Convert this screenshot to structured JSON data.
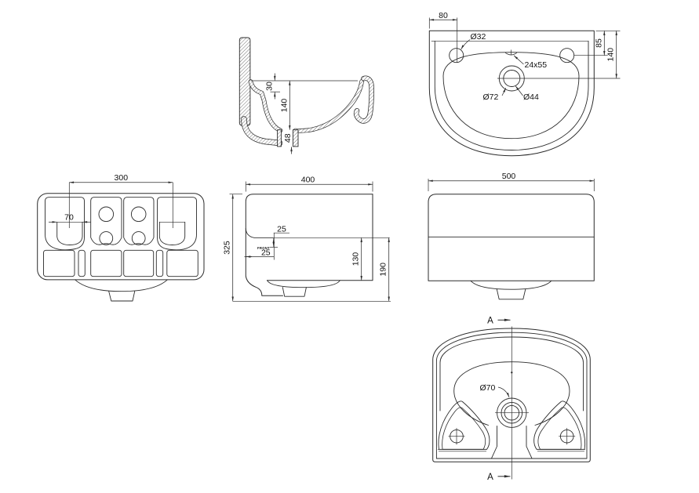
{
  "canvas": {
    "background": "#ffffff",
    "line_color": "#2b2b2b",
    "text_color": "#111111"
  },
  "views": {
    "rear": {
      "dims": {
        "mount_spacing": "300",
        "slot_width": "70"
      }
    },
    "section": {
      "dims": {
        "rim_drop": "30",
        "bowl_depth": "140",
        "drain_height": "48"
      }
    },
    "plan": {
      "dims": {
        "hole_offset": "80",
        "hole_dia": "Ø32",
        "overflow_slot": "24x55",
        "drain_outer_dia": "Ø72",
        "drain_inner_dia": "Ø44",
        "hole_setback": "85",
        "drain_setback": "140"
      }
    },
    "side": {
      "dims": {
        "depth": "400",
        "rim_offset": "25",
        "front_offset": "25",
        "note": "FRONT",
        "height": "325",
        "apron_depth": "130",
        "overall_depth": "190"
      }
    },
    "front": {
      "dims": {
        "width": "500"
      }
    },
    "bottom": {
      "dims": {
        "drain_dia": "Ø70",
        "section_mark_top": "A",
        "section_mark_bottom": "A"
      }
    }
  }
}
